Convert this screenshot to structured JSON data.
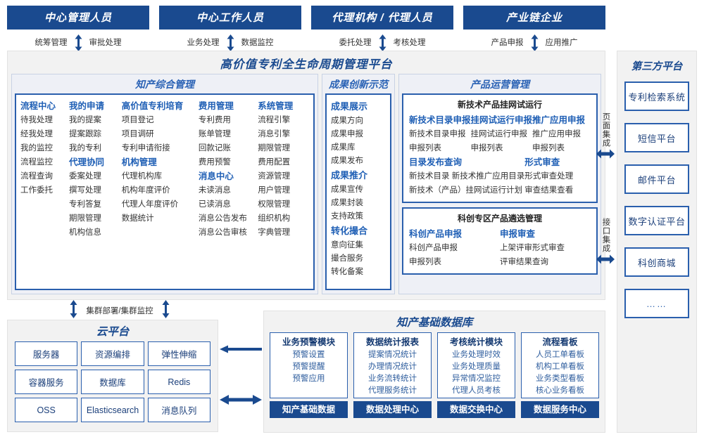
{
  "actors": [
    {
      "title": "中心管理人员",
      "left": "统筹管理",
      "right": "审批处理"
    },
    {
      "title": "中心工作人员",
      "left": "业务处理",
      "right": "数据监控"
    },
    {
      "title": "代理机构 / 代理人员",
      "left": "委托处理",
      "right": "考核处理"
    },
    {
      "title": "产业链企业",
      "left": "产品申报",
      "right": "应用推广"
    }
  ],
  "platform": {
    "title": "高价值专利全生命周期管理平台",
    "groups": {
      "zcgl": {
        "title": "知产综合管理",
        "columns": [
          {
            "blocks": [
              {
                "head": "流程中心",
                "items": [
                  "待我处理",
                  "经我处理",
                  "我的监控",
                  "流程监控",
                  "流程查询",
                  "工作委托"
                ]
              }
            ]
          },
          {
            "blocks": [
              {
                "head": "我的申请",
                "items": [
                  "我的提案",
                  "提案跟踪",
                  "我的专利"
                ]
              },
              {
                "head": "代理协同",
                "items": [
                  "委案处理",
                  "撰写处理",
                  "专利答复",
                  "期限管理",
                  "机构信息"
                ]
              }
            ]
          },
          {
            "blocks": [
              {
                "head": "高价值专利培育",
                "items": [
                  "项目登记",
                  "项目调研",
                  "专利申请衔接"
                ]
              },
              {
                "head": "机构管理",
                "items": [
                  "代理机构库",
                  "机构年度评价",
                  "代理人年度评价",
                  "数据统计"
                ]
              }
            ]
          },
          {
            "blocks": [
              {
                "head": "费用管理",
                "items": [
                  "专利费用",
                  "账单管理",
                  "回款记账",
                  "费用预警"
                ]
              },
              {
                "head": "消息中心",
                "items": [
                  "未读消息",
                  "已读消息",
                  "消息公告发布",
                  "消息公告审核"
                ]
              }
            ]
          },
          {
            "blocks": [
              {
                "head": "系统管理",
                "items": [
                  "流程引擎",
                  "消息引擎",
                  "期限管理",
                  "费用配置",
                  "资源管理",
                  "用户管理",
                  "权限管理",
                  "组织机构",
                  "字典管理"
                ]
              }
            ]
          }
        ]
      },
      "cgcx": {
        "title": "成果创新示范",
        "blocks": [
          {
            "head": "成果展示",
            "items": [
              "成果方向",
              "成果申报",
              "成果库",
              "成果发布"
            ]
          },
          {
            "head": "成果推介",
            "items": [
              "成果宣传",
              "成果封装",
              "支持政策"
            ]
          },
          {
            "head": "转化撮合",
            "items": [
              "意向征集",
              "撮合服务",
              "转化备案"
            ]
          }
        ]
      },
      "cpyy": {
        "title": "产品运营管理",
        "subboxes": [
          {
            "title": "新技术产品挂网试运行",
            "rows": [
              {
                "cols": [
                  {
                    "head": "新技术目录申报",
                    "items": [
                      "新技术目录申报",
                      "申报列表"
                    ]
                  },
                  {
                    "head": "挂网试运行申报",
                    "items": [
                      "挂网试运行申报",
                      "申报列表"
                    ]
                  },
                  {
                    "head": "推广应用申报",
                    "items": [
                      "推广应用申报",
                      "申报列表"
                    ]
                  }
                ]
              },
              {
                "cols": [
                  {
                    "head": "目录发布查询",
                    "items": [
                      "新技术目录    新技术推广应用目录",
                      "新技术（产品）挂网试运行计划"
                    ]
                  },
                  {
                    "head": "形式审查",
                    "items": [
                      "形式审查处理",
                      "审查结果查看"
                    ]
                  }
                ]
              }
            ]
          },
          {
            "title": "科创专区产品遴选管理",
            "rows": [
              {
                "cols": [
                  {
                    "head": "科创产品申报",
                    "items": [
                      "科创产品申报",
                      "申报列表"
                    ]
                  },
                  {
                    "head": "申报审查",
                    "items": [
                      "上架评审形式审查",
                      "评审结果查询"
                    ]
                  }
                ]
              }
            ]
          }
        ]
      }
    }
  },
  "integration": [
    {
      "label": "页面集成"
    },
    {
      "label": "接口集成"
    }
  ],
  "thirdparty": {
    "title": "第三方平台",
    "items": [
      "专利检索系统",
      "短信平台",
      "邮件平台",
      "数字认证平台",
      "科创商城",
      "……"
    ]
  },
  "cluster": {
    "label": "集群部署/集群监控"
  },
  "cloud": {
    "title": "云平台",
    "cells": [
      "服务器",
      "资源编排",
      "弹性伸缩",
      "容器服务",
      "数据库",
      "Redis",
      "OSS",
      "Elasticsearch",
      "消息队列"
    ]
  },
  "database": {
    "title": "知产基础数据库",
    "columns": [
      {
        "head": "业务预警模块",
        "items": [
          "预警设置",
          "预警提醒",
          "预警应用"
        ],
        "foot": "知产基础数据"
      },
      {
        "head": "数据统计报表",
        "items": [
          "提案情况统计",
          "办理情况统计",
          "业务流转统计",
          "代理服务统计"
        ],
        "foot": "数据处理中心"
      },
      {
        "head": "考核统计模块",
        "items": [
          "业务处理时效",
          "业务处理质量",
          "异常情况监控",
          "代理人员考核"
        ],
        "foot": "数据交换中心"
      },
      {
        "head": "流程看板",
        "items": [
          "人员工单看板",
          "机构工单看板",
          "业务类型看板",
          "核心业务看板"
        ],
        "foot": "数据服务中心"
      }
    ]
  },
  "colors": {
    "header_blue": "#1a4a8f",
    "accent_blue": "#2a5fad",
    "title_blue": "#1f5fb5",
    "panel_gray": "#f2f2f2"
  }
}
